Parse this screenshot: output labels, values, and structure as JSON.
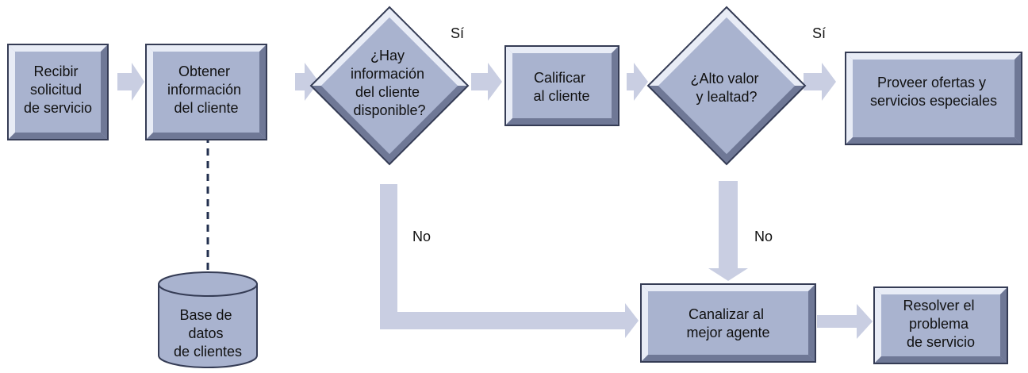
{
  "colors": {
    "box_face": "#a9b3cf",
    "box_border": "#353c55",
    "bevel_light": "#e8ecf6",
    "bevel_dark": "#6f7896",
    "arrow_fill": "#c9cee2",
    "dashed_line": "#23304f",
    "text": "#111111"
  },
  "nodes": {
    "receive_request": [
      "Recibir",
      "solicitud",
      "de servicio"
    ],
    "get_customer_info": [
      "Obtener",
      "información",
      "del cliente"
    ],
    "info_available": [
      "¿Hay",
      "información",
      "del cliente",
      "disponible?"
    ],
    "rate_customer": [
      "Calificar",
      "al cliente"
    ],
    "high_value": [
      "¿Alto valor",
      "y lealtad?"
    ],
    "special_offers": [
      "Proveer ofertas y",
      "servicios especiales"
    ],
    "customer_db": [
      "Base de",
      "datos",
      "de clientes"
    ],
    "route_agent": [
      "Canalizar al",
      "mejor agente"
    ],
    "resolve_problem": [
      "Resolver el",
      "problema",
      "de servicio"
    ]
  },
  "labels": {
    "yes_1": "Sí",
    "yes_2": "Sí",
    "no_1": "No",
    "no_2": "No"
  }
}
